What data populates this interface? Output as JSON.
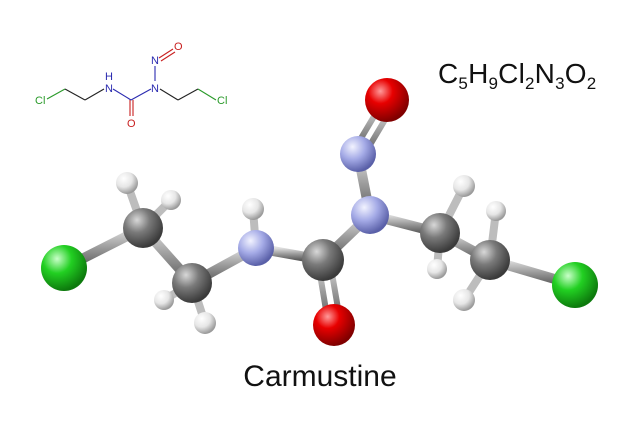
{
  "molecule": {
    "name": "Carmustine",
    "formula": [
      {
        "el": "C",
        "n": "5"
      },
      {
        "el": "H",
        "n": "9"
      },
      {
        "el": "Cl",
        "n": "2"
      },
      {
        "el": "N",
        "n": "3"
      },
      {
        "el": "O",
        "n": "2"
      }
    ]
  },
  "skeletal": {
    "labels": {
      "cl_left": "Cl",
      "nh": "H",
      "nh_n": "N",
      "n_center": "N",
      "n_nitroso": "N",
      "o_nitroso": "O",
      "o_carbonyl": "O",
      "cl_right": "Cl"
    }
  },
  "colors": {
    "carbon": "#6f6f6f",
    "hydrogen": "#ececec",
    "nitrogen": "#aab0e8",
    "oxygen": "#e00000",
    "chlorine": "#22cc22",
    "skeletal_cl": "#2a9a2a",
    "skeletal_n": "#2b2bb0",
    "skeletal_o": "#c82020"
  }
}
